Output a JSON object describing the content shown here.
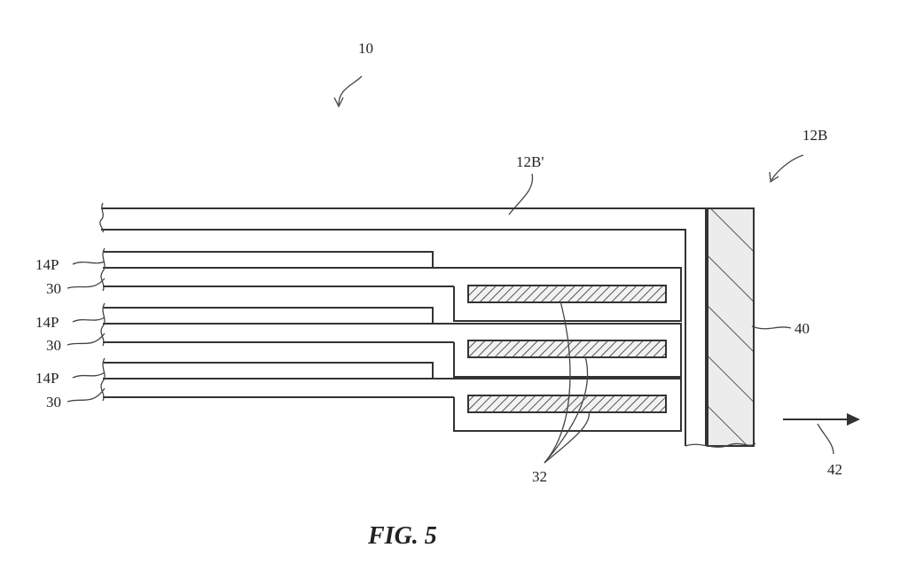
{
  "figure": {
    "caption": "FIG. 5",
    "labels": {
      "device": "10",
      "part_12b": "12B",
      "part_12b_prime": "12B'",
      "layer_14p": "14P",
      "layer_30": "30",
      "part_32": "32",
      "part_40": "40",
      "arrow_42": "42"
    }
  }
}
